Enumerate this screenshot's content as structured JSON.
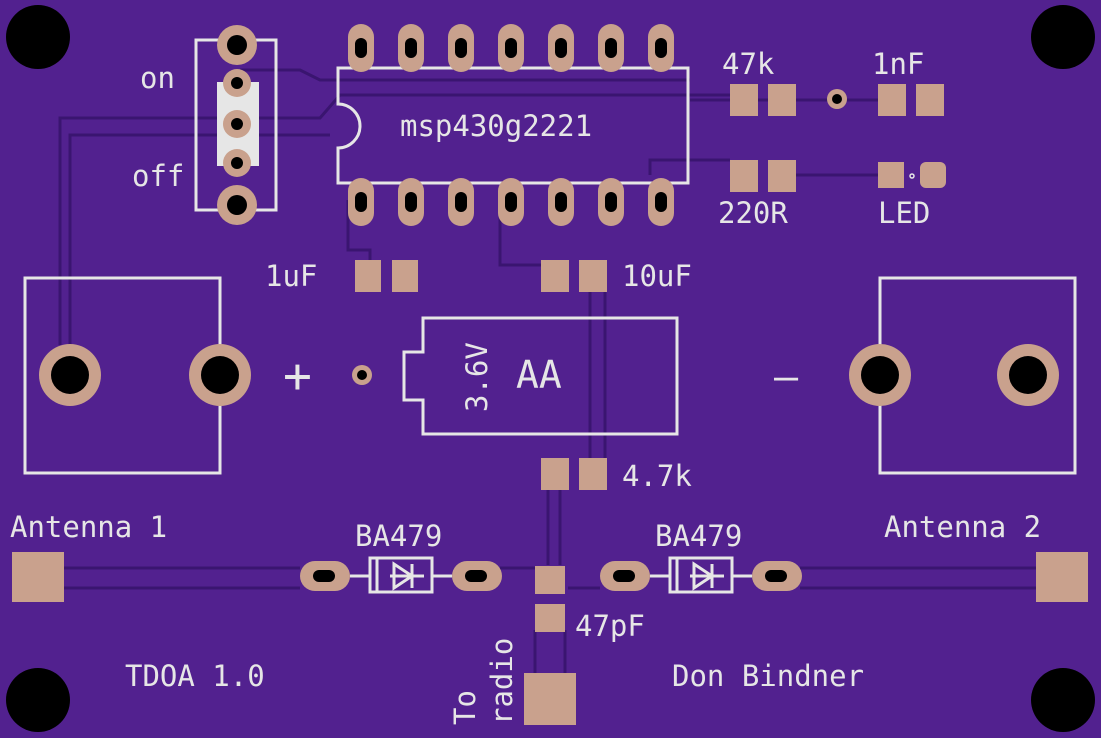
{
  "board": {
    "background": "#52218f",
    "silk_color": "#e6e6e6",
    "pad_color": "#c9a18d",
    "trace_color": "#3a1570"
  },
  "labels": {
    "switch_on": "on",
    "switch_off": "off",
    "ic": "msp430g2221",
    "r1": "47k",
    "c1": "1nF",
    "r2": "220R",
    "led": "LED",
    "c2": "1uF",
    "c3": "10uF",
    "battery_voltage": "3.6V",
    "battery_type": "AA",
    "plus": "+",
    "minus": "—",
    "r3": "4.7k",
    "antenna1": "Antenna 1",
    "antenna2": "Antenna 2",
    "diode1": "BA479",
    "diode2": "BA479",
    "c4": "47pF",
    "to": "To",
    "radio": "radio",
    "title": "TDOA 1.0",
    "author": "Don Bindner"
  }
}
